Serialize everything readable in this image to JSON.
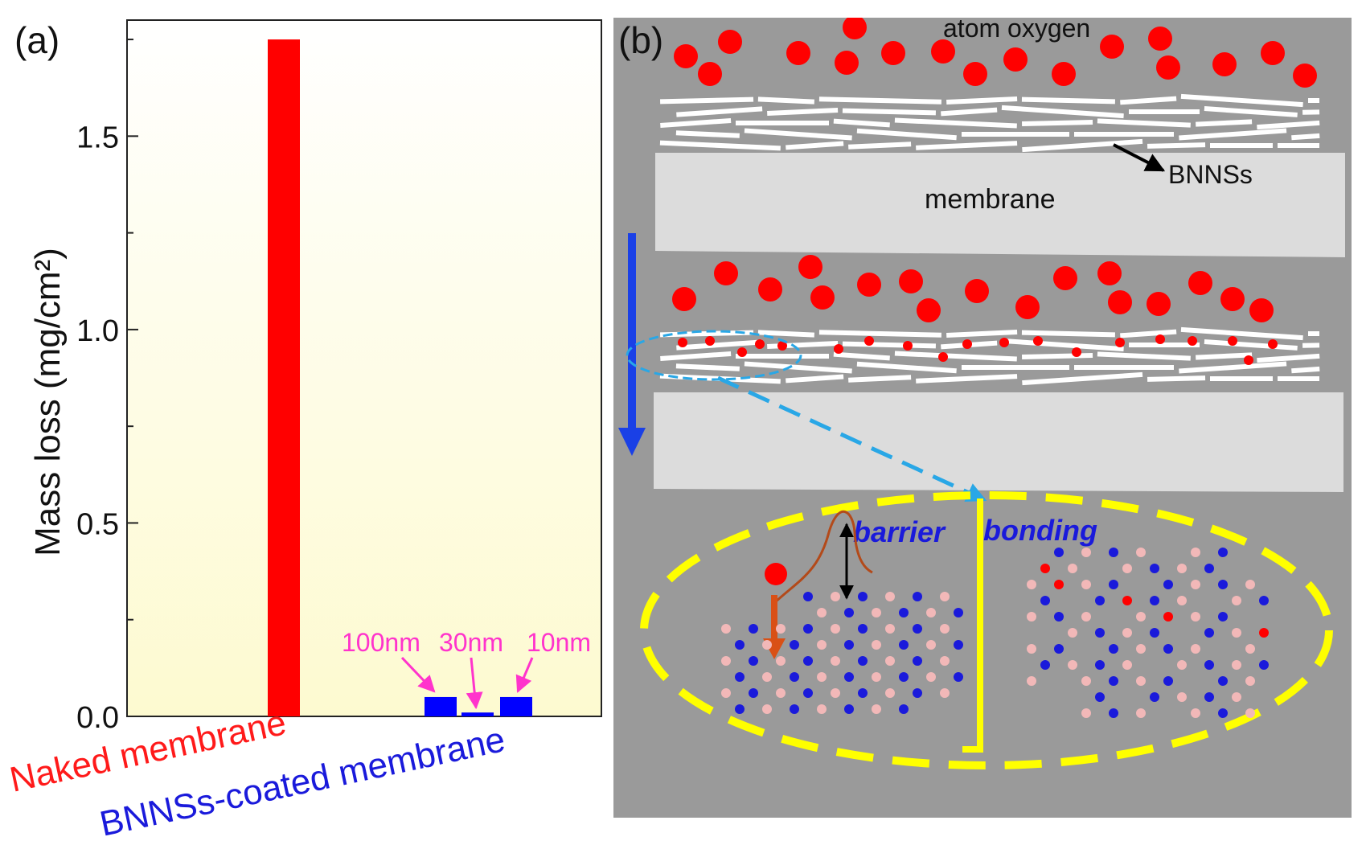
{
  "panel_a": {
    "label": "(a)",
    "chart_data": {
      "type": "bar",
      "title": "",
      "ylabel": "Mass loss (mg/cm²)",
      "ylim": [
        0,
        1.8
      ],
      "yticks": [
        "0.0",
        "0.5",
        "1.0",
        "1.5"
      ],
      "ytick_values": [
        0.0,
        0.5,
        1.0,
        1.5
      ],
      "grid": false,
      "bars": [
        {
          "label": "",
          "value": 1.75,
          "color": "#ff0000"
        },
        {
          "label": "100nm",
          "value": 0.05,
          "color": "#0000ff"
        },
        {
          "label": "30nm",
          "value": 0.01,
          "color": "#0000ff"
        },
        {
          "label": "10nm",
          "value": 0.05,
          "color": "#0000ff"
        }
      ],
      "category_labels": [
        {
          "text": "Naked membrane",
          "color": "#ff1a1a"
        },
        {
          "text": "BNNSs-coated membrane",
          "color": "#1a1adb"
        }
      ],
      "annotation_color": "#ff33cc",
      "background_gradient": [
        "#ffffff",
        "#fdfad0"
      ]
    }
  },
  "panel_b": {
    "label": "(b)",
    "atom_oxygen_label": "atom oxygen",
    "bnnss_label": "BNNSs",
    "membrane_label": "membrane",
    "barrier_label": "barrier",
    "bonding_label": "bonding",
    "colors": {
      "background": "#9a9a9a",
      "membrane": "#dcdcdc",
      "oxygen": "#ff0000",
      "nitrogen": "#1a1adb",
      "boron": "#f2b8b8",
      "arrow_blue": "#1a40e6",
      "dashed_cyan": "#29a7e6",
      "ellipse_yellow": "#ffff00",
      "label_blue": "#1a1adb"
    }
  }
}
